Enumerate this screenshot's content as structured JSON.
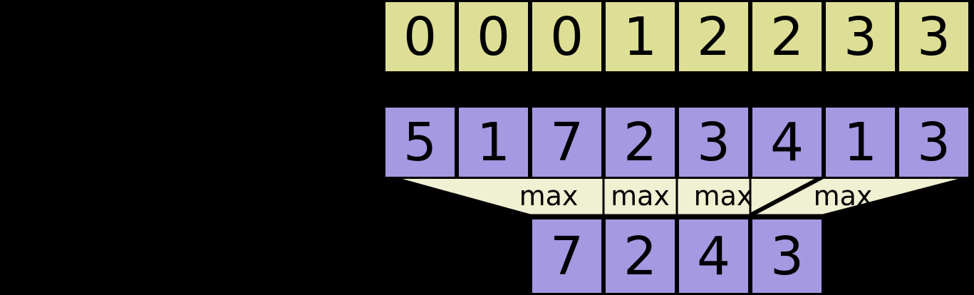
{
  "diagram": {
    "title": "max-pooling-over-sequence",
    "background_color": "#000000",
    "colors": {
      "input_row": "#dedf96",
      "feature_row": "#a599e2",
      "connector_band": "#f0f0d2",
      "outline": "#000000",
      "text": "#000000"
    },
    "rows": [
      {
        "name": "top-row",
        "kind": "yellow-cells",
        "cells": [
          "0",
          "0",
          "0",
          "1",
          "2",
          "2",
          "3",
          "3"
        ]
      },
      {
        "name": "middle-row",
        "kind": "purple-cells",
        "cells": [
          "5",
          "1",
          "7",
          "2",
          "3",
          "4",
          "1",
          "3"
        ]
      },
      {
        "name": "bottom-row",
        "kind": "purple-cells",
        "cells": [
          "7",
          "2",
          "4",
          "3"
        ]
      }
    ],
    "connectors": {
      "name": "max-connector-band",
      "labels": [
        "max",
        "max",
        "max",
        "max"
      ]
    }
  }
}
